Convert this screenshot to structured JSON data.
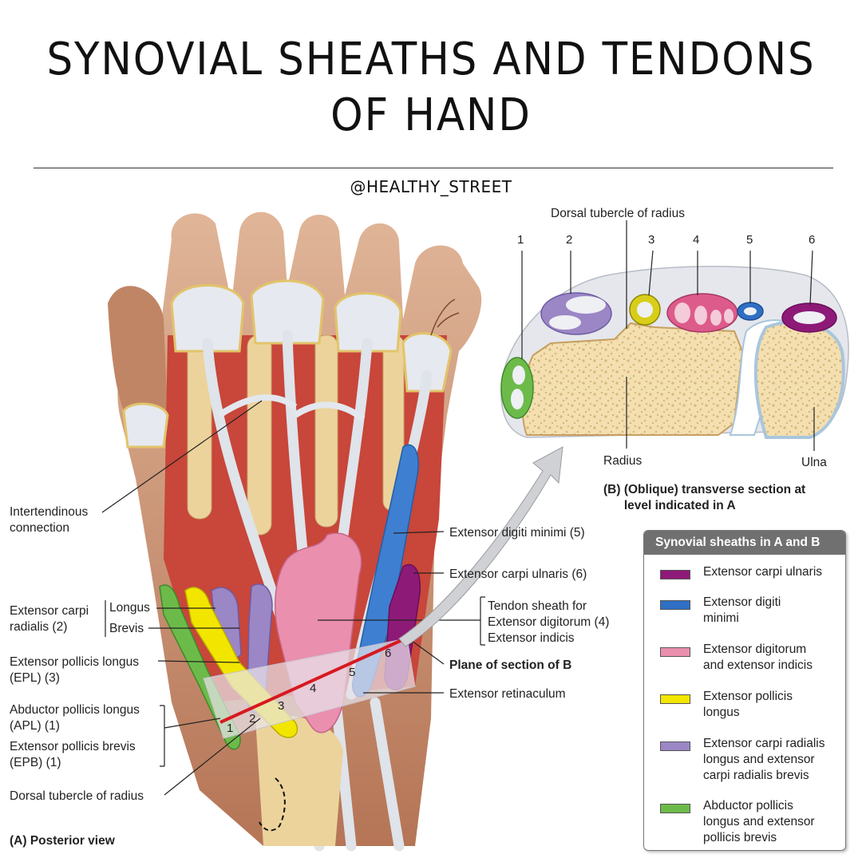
{
  "title_line1": "SYNOVIAL SHEATHS AND TENDONS",
  "title_line2": "OF HAND",
  "handle": "@HEALTHY_STREET",
  "panel_a": {
    "caption": "(A) Posterior view",
    "labels": {
      "intertendinous": "Intertendinous\nconnection",
      "ecr": "Extensor carpi\nradialis (2)",
      "longus": "Longus",
      "brevis": "Brevis",
      "epl": "Extensor pollicis longus\n(EPL) (3)",
      "apl": "Abductor pollicis longus\n(APL) (1)",
      "epb": "Extensor pollicis brevis\n(EPB) (1)",
      "dorsal_tubercle": "Dorsal tubercle of radius",
      "edm": "Extensor digiti minimi (5)",
      "ecu": "Extensor carpi ulnaris (6)",
      "tendon_sheath": "Tendon sheath for\nExtensor digitorum (4)\nExtensor indicis",
      "plane": "Plane of section of B",
      "retinaculum": "Extensor retinaculum"
    },
    "compartment_numbers": [
      "1",
      "2",
      "3",
      "4",
      "5",
      "6"
    ]
  },
  "panel_b": {
    "caption": "(B) (Oblique) transverse section at\n      level indicated in A",
    "dorsal_tubercle": "Dorsal tubercle of radius",
    "radius": "Radius",
    "ulna": "Ulna",
    "compartment_numbers": [
      "1",
      "2",
      "3",
      "4",
      "5",
      "6"
    ]
  },
  "legend": {
    "title": "Synovial sheaths in A and B",
    "items": [
      {
        "label": "Extensor carpi ulnaris",
        "color": "#8e1a78"
      },
      {
        "label": "Extensor digiti\nminimi",
        "color": "#2f6fc4"
      },
      {
        "label": "Extensor digitorum\nand extensor indicis",
        "color": "#ea8fae"
      },
      {
        "label": "Extensor pollicis\nlongus",
        "color": "#f2e600"
      },
      {
        "label": "Extensor carpi radialis\nlongus and extensor\ncarpi radialis brevis",
        "color": "#9b86c6"
      },
      {
        "label": "Abductor pollicis\nlongus and extensor\npollicis brevis",
        "color": "#6cbb4a"
      }
    ]
  },
  "colors": {
    "ecu": "#8e1a78",
    "edm": "#2f6fc4",
    "ed": "#ea8fae",
    "epl": "#f2e600",
    "ecr": "#9b86c6",
    "apl": "#6cbb4a",
    "bone": "#f3dfb0",
    "skin": "#c9906e",
    "muscle": "#c8463a",
    "tendon": "#dde2ea",
    "plane_line": "#d71920"
  }
}
